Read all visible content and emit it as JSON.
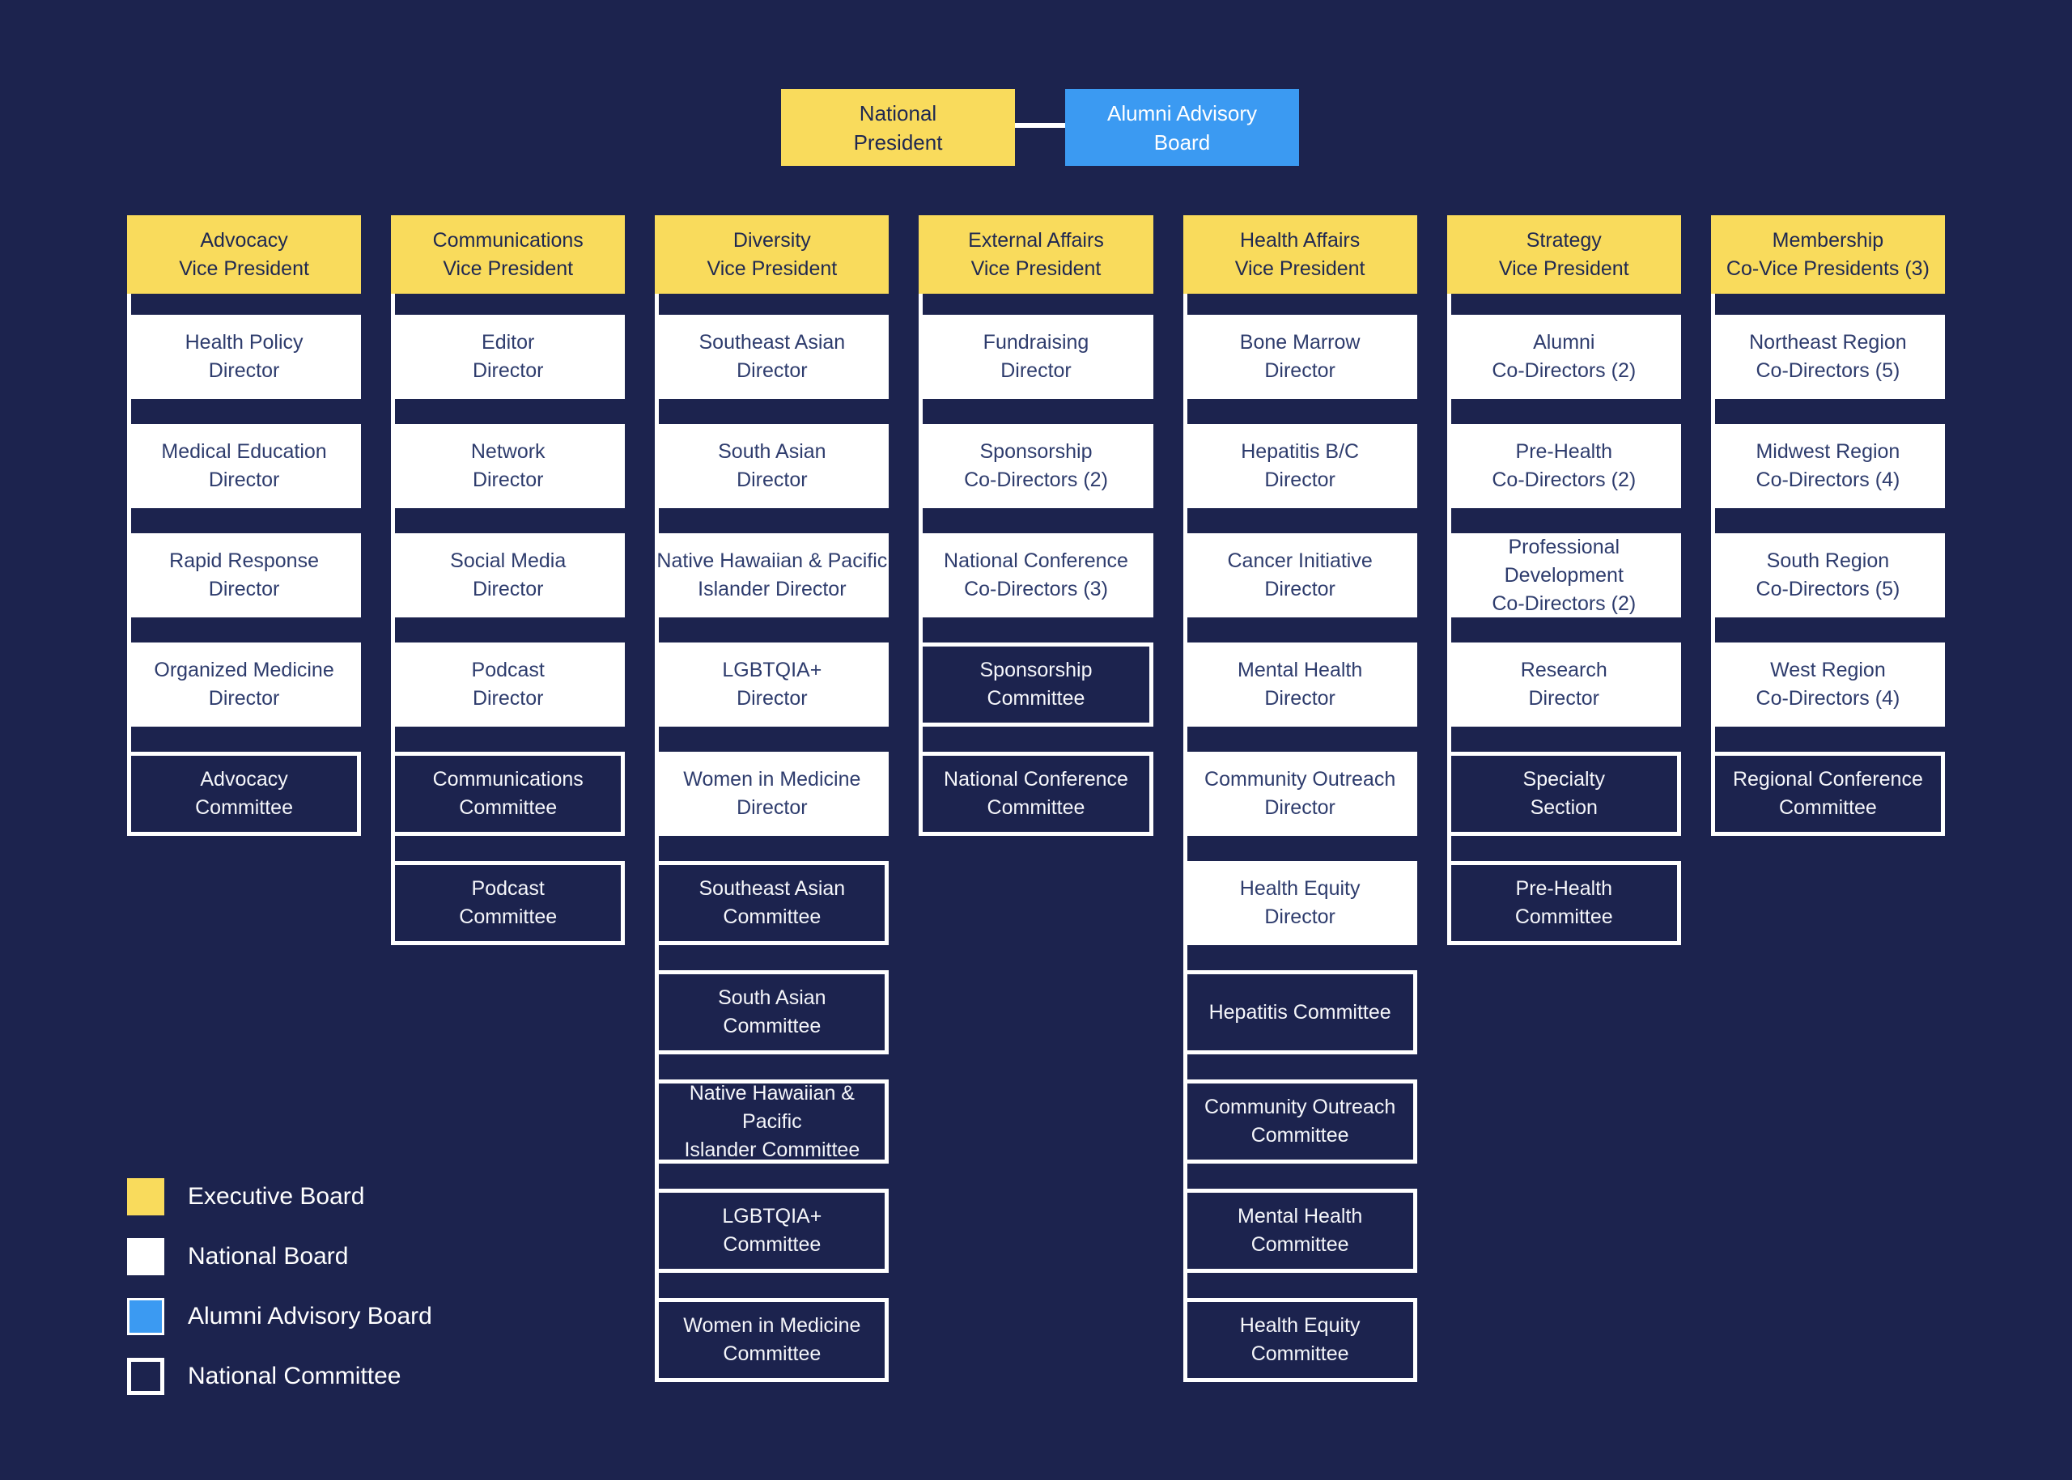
{
  "colors": {
    "background": "#1c234e",
    "executive_board": "#f9db5c",
    "national_board": "#ffffff",
    "alumni_advisory_board": "#3b9af2",
    "connector_line": "#ffffff",
    "director_text": "#2e3c6d",
    "header_text": "#1f2851",
    "committee_text": "#f5f6fa"
  },
  "top": {
    "president": {
      "label": "National\nPresident"
    },
    "alumni": {
      "label": "Alumni Advisory\nBoard"
    }
  },
  "columns": [
    {
      "id": "advocacy",
      "header": "Advocacy\nVice President",
      "items": [
        {
          "label": "Health Policy\nDirector",
          "type": "board"
        },
        {
          "label": "Medical Education\nDirector",
          "type": "board"
        },
        {
          "label": "Rapid Response\nDirector",
          "type": "board"
        },
        {
          "label": "Organized Medicine\nDirector",
          "type": "board"
        },
        {
          "label": "Advocacy\nCommittee",
          "type": "committee"
        }
      ]
    },
    {
      "id": "communications",
      "header": "Communications\nVice President",
      "items": [
        {
          "label": "Editor\nDirector",
          "type": "board"
        },
        {
          "label": "Network\nDirector",
          "type": "board"
        },
        {
          "label": "Social Media\nDirector",
          "type": "board"
        },
        {
          "label": "Podcast\nDirector",
          "type": "board"
        },
        {
          "label": "Communications\nCommittee",
          "type": "committee"
        },
        {
          "label": "Podcast\nCommittee",
          "type": "committee"
        }
      ]
    },
    {
      "id": "diversity",
      "header": "Diversity\nVice President",
      "items": [
        {
          "label": "Southeast Asian\nDirector",
          "type": "board"
        },
        {
          "label": "South Asian\nDirector",
          "type": "board"
        },
        {
          "label": "Native Hawaiian & Pacific\nIslander Director",
          "type": "board"
        },
        {
          "label": "LGBTQIA+\nDirector",
          "type": "board"
        },
        {
          "label": "Women in Medicine\nDirector",
          "type": "board"
        },
        {
          "label": "Southeast Asian\nCommittee",
          "type": "committee"
        },
        {
          "label": "South Asian\nCommittee",
          "type": "committee"
        },
        {
          "label": "Native Hawaiian & Pacific\nIslander Committee",
          "type": "committee"
        },
        {
          "label": "LGBTQIA+\nCommittee",
          "type": "committee"
        },
        {
          "label": "Women in Medicine\nCommittee",
          "type": "committee"
        }
      ]
    },
    {
      "id": "external-affairs",
      "header": "External Affairs\nVice President",
      "items": [
        {
          "label": "Fundraising\nDirector",
          "type": "board"
        },
        {
          "label": "Sponsorship\nCo-Directors (2)",
          "type": "board"
        },
        {
          "label": "National Conference\nCo-Directors (3)",
          "type": "board"
        },
        {
          "label": "Sponsorship\nCommittee",
          "type": "committee"
        },
        {
          "label": "National Conference\nCommittee",
          "type": "committee"
        }
      ]
    },
    {
      "id": "health-affairs",
      "header": "Health Affairs\nVice President",
      "items": [
        {
          "label": "Bone Marrow\nDirector",
          "type": "board"
        },
        {
          "label": "Hepatitis B/C\nDirector",
          "type": "board"
        },
        {
          "label": "Cancer Initiative\nDirector",
          "type": "board"
        },
        {
          "label": "Mental Health\nDirector",
          "type": "board"
        },
        {
          "label": "Community Outreach\nDirector",
          "type": "board"
        },
        {
          "label": "Health Equity\nDirector",
          "type": "board"
        },
        {
          "label": "Hepatitis Committee",
          "type": "committee"
        },
        {
          "label": "Community Outreach\nCommittee",
          "type": "committee"
        },
        {
          "label": "Mental Health\nCommittee",
          "type": "committee"
        },
        {
          "label": "Health Equity\nCommittee",
          "type": "committee"
        }
      ]
    },
    {
      "id": "strategy",
      "header": "Strategy\nVice President",
      "items": [
        {
          "label": "Alumni\nCo-Directors (2)",
          "type": "board"
        },
        {
          "label": "Pre-Health\nCo-Directors (2)",
          "type": "board"
        },
        {
          "label": "Professional Development\nCo-Directors (2)",
          "type": "board"
        },
        {
          "label": "Research\nDirector",
          "type": "board"
        },
        {
          "label": "Specialty\nSection",
          "type": "committee"
        },
        {
          "label": "Pre-Health\nCommittee",
          "type": "committee"
        }
      ]
    },
    {
      "id": "membership",
      "header": "Membership\nCo-Vice Presidents (3)",
      "items": [
        {
          "label": "Northeast Region\nCo-Directors (5)",
          "type": "board"
        },
        {
          "label": "Midwest Region\nCo-Directors (4)",
          "type": "board"
        },
        {
          "label": "South Region\nCo-Directors (5)",
          "type": "board"
        },
        {
          "label": "West Region\nCo-Directors (4)",
          "type": "board"
        },
        {
          "label": "Regional Conference\nCommittee",
          "type": "committee"
        }
      ]
    }
  ],
  "legend": [
    {
      "label": "Executive Board",
      "swatch": "executive"
    },
    {
      "label": "National Board",
      "swatch": "national-board"
    },
    {
      "label": "Alumni Advisory Board",
      "swatch": "alumni"
    },
    {
      "label": "National Committee",
      "swatch": "committee"
    }
  ]
}
